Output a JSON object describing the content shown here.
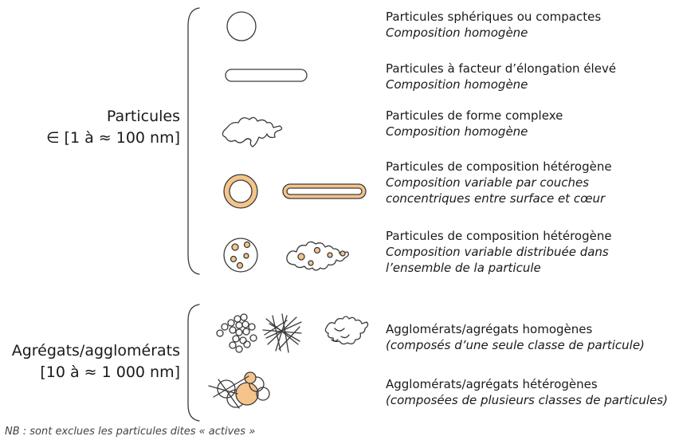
{
  "groups": {
    "particles": {
      "label": "Particules",
      "range": "∈ [1 à ≈ 100 nm]"
    },
    "aggregates": {
      "label": "Agrégats/agglomérats",
      "range": "[10 à ≈ 1 000 nm]"
    }
  },
  "items": [
    {
      "title": "Particules sphériques ou compactes",
      "sub": [
        "Composition homogène"
      ]
    },
    {
      "title": "Particules à facteur d’élongation élevé",
      "sub": [
        "Composition homogène"
      ]
    },
    {
      "title": "Particules de forme complexe",
      "sub": [
        "Composition homogène"
      ]
    },
    {
      "title": "Particules de composition hétérogène",
      "sub": [
        "Composition variable par couches",
        "concentriques entre surface et cœur"
      ]
    },
    {
      "title": "Particules de composition hétérogène",
      "sub": [
        "Composition variable distribuée dans",
        "l’ensemble de la particule"
      ]
    },
    {
      "title": "Agglomérats/agrégats homogènes",
      "sub": [
        "(composés d’une seule classe de particule)"
      ]
    },
    {
      "title": "Agglomérats/agrégats hétérogènes",
      "sub": [
        "(composées de plusieurs classes de particules)"
      ]
    }
  ],
  "note": "NB : sont exclues les particules dites « actives »",
  "colors": {
    "accent": "#f5c48a",
    "stroke": "#3a3a3a"
  }
}
